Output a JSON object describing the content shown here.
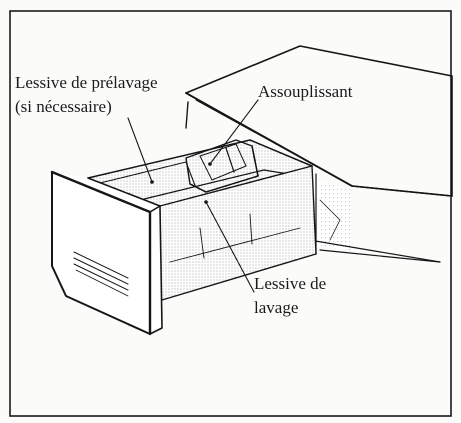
{
  "labels": {
    "prewash_line1": "Lessive de prélavage",
    "prewash_line2": "(si nécessaire)",
    "softener": "Assouplissant",
    "wash_line1": "Lessive de",
    "wash_line2": "lavage"
  },
  "colors": {
    "ink": "#161616",
    "paper": "#fbfbfa",
    "stipple": "#9a9a9a"
  }
}
